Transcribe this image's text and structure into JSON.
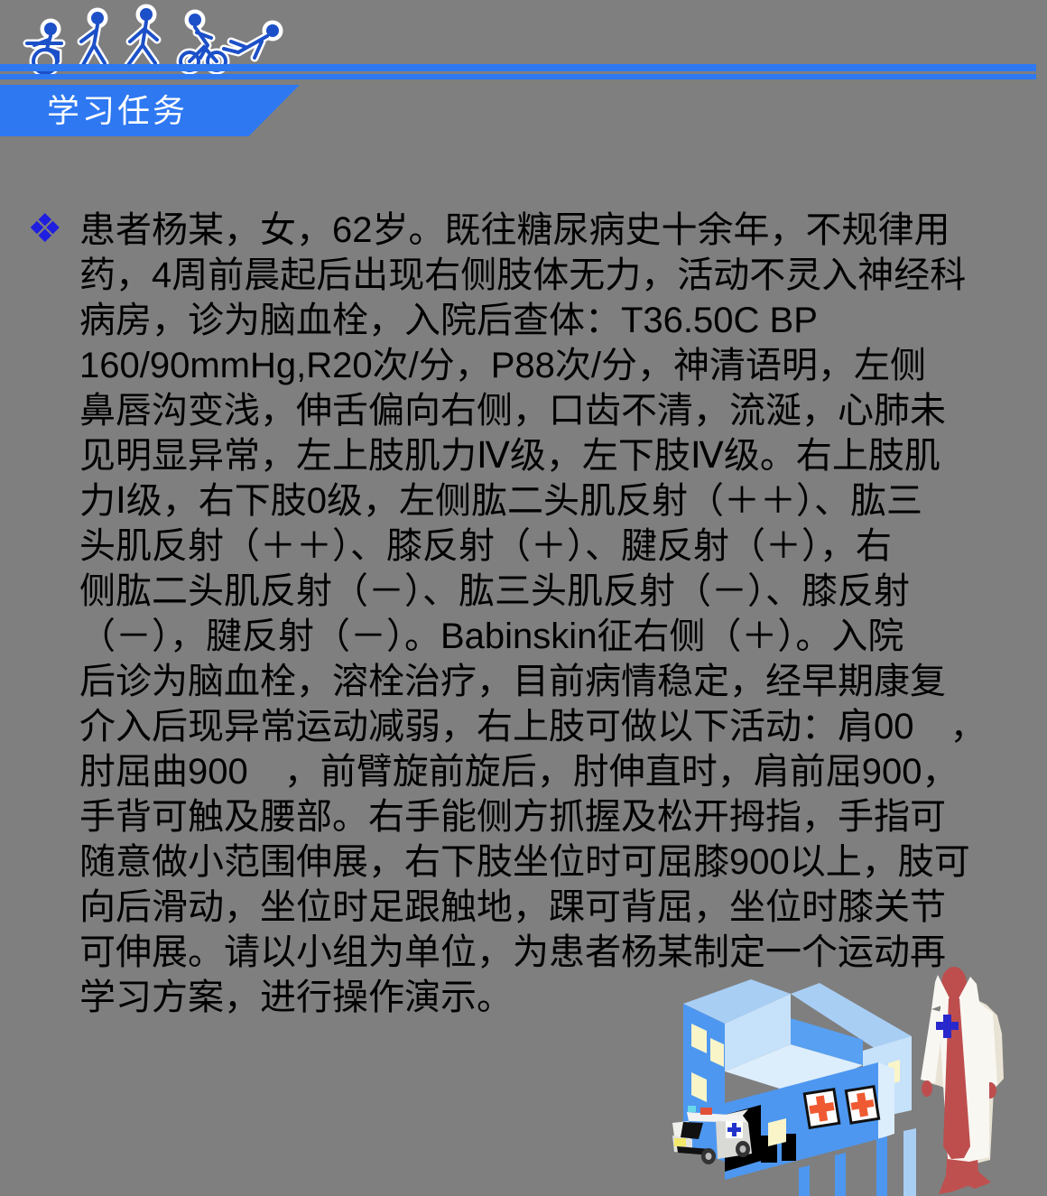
{
  "slide": {
    "background_color": "#7F7F7F",
    "accent_color": "#2E78F2",
    "bullet_color": "#1F1FE0",
    "text_color": "#000000"
  },
  "header": {
    "banner_title": "学习任务",
    "clipart_icon": "rehabilitation-exercise-figures-icon"
  },
  "task": {
    "bullet_glyph": "❖",
    "lines": [
      "患者杨某，女，62岁。既往糖尿病史十余年，不规律用",
      "药，4周前晨起后出现右侧肢体无力，活动不灵入神经科",
      "病房，诊为脑血栓，入院后查体：T36.50C BP",
      "160/90mmHg,R20次/分，P88次/分，神清语明，左侧",
      "鼻唇沟变浅，伸舌偏向右侧，口齿不清，流涎，心肺未",
      "见明显异常，左上肢肌力Ⅳ级，左下肢Ⅳ级。右上肢肌",
      "力Ⅰ级，右下肢0级，左侧肱二头肌反射（＋＋）、肱三",
      "头肌反射（＋＋）、膝反射（＋）、腱反射（＋），右",
      "侧肱二头肌反射（－）、肱三头肌反射（－）、膝反射",
      "（－），腱反射（－）。Babinskin征右侧（＋）。入院",
      "后诊为脑血栓，溶栓治疗，目前病情稳定，经早期康复",
      "介入后现异常运动减弱，右上肢可做以下活动：肩00　，",
      "肘屈曲900　，前臂旋前旋后，肘伸直时，肩前屈900，",
      "手背可触及腰部。右手能侧方抓握及松开拇指，手指可",
      "随意做小范围伸展，右下肢坐位时可屈膝900以上，肢可",
      "向后滑动，坐位时足跟触地，踝可背屈，坐位时膝关节",
      "可伸展。请以小组为单位，为患者杨某制定一个运动再",
      "学习方案，进行操作演示。"
    ]
  },
  "illustrations": {
    "hospital_icon": "isometric-hospital-with-ambulance-icon",
    "doctor_icon": "doctor-white-coat-figure-icon"
  }
}
